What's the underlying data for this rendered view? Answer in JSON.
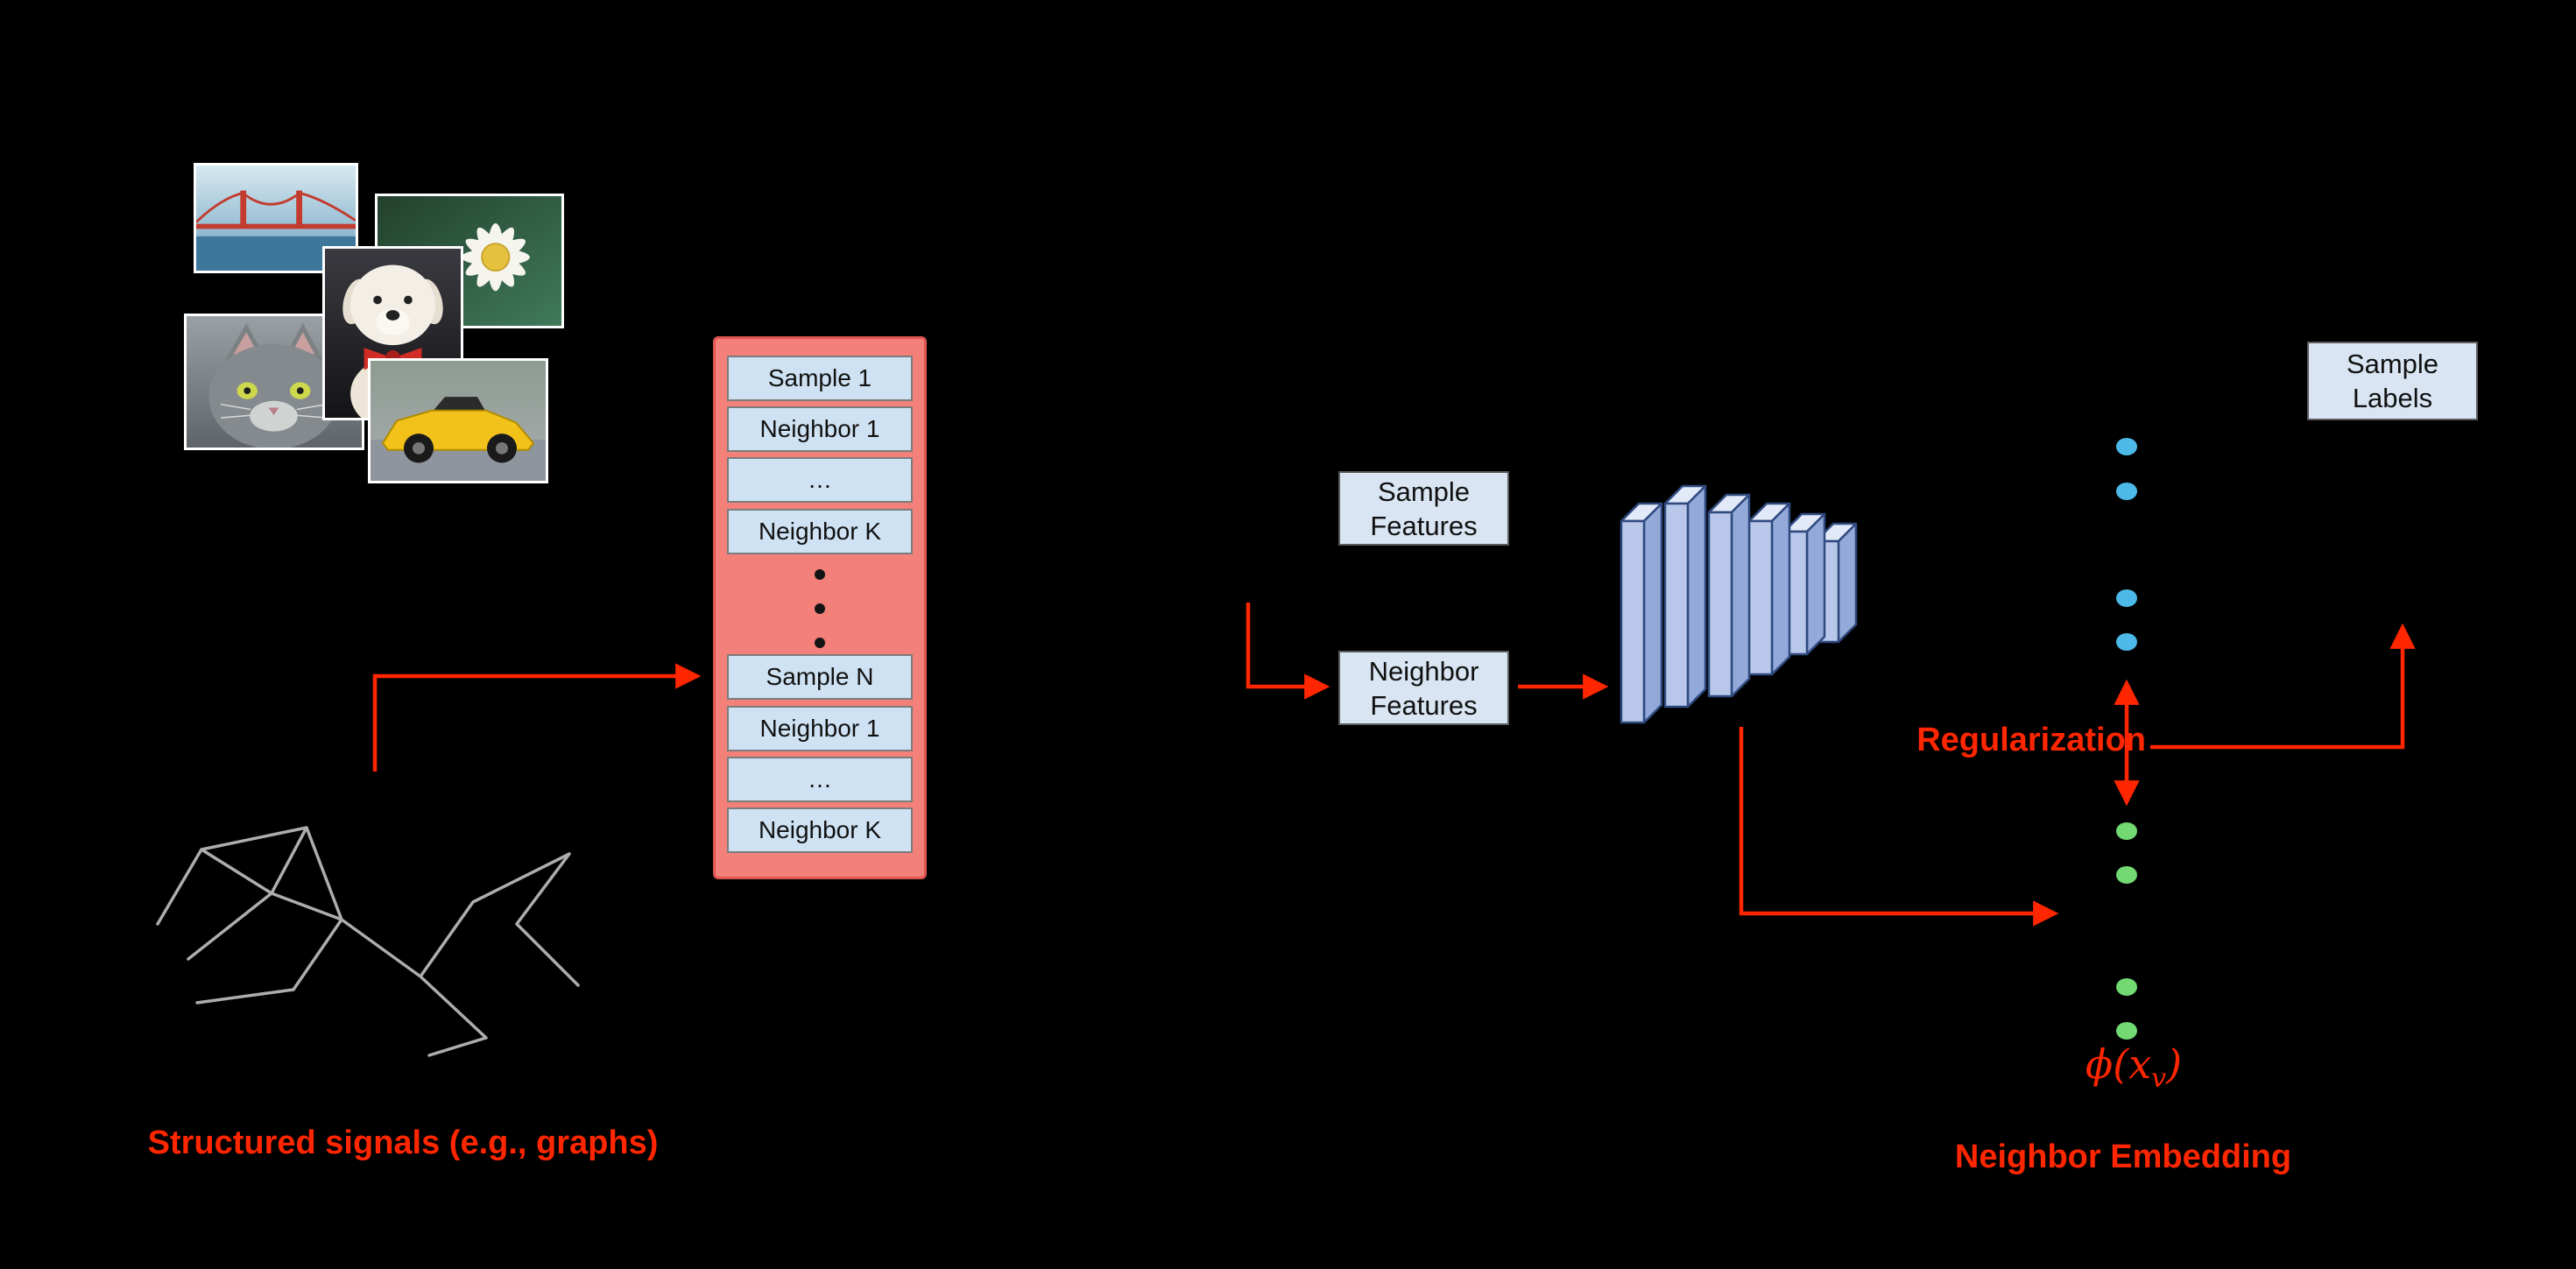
{
  "diagram_name": "neural-structured-learning-architecture",
  "colors": {
    "background": "#000000",
    "accent_red": "#ff2600",
    "batch_container_fill": "#f4807a",
    "row_fill": "#cfe2f3",
    "box_fill": "#d9e5f3",
    "dot_blue": "#4cb9e8",
    "dot_green": "#72d973",
    "graph_line": "#adadad",
    "nn_layer_fill": "#b9c8ea"
  },
  "photos": [
    "golden-gate-bridge-photo",
    "daisy-flower-photo",
    "gray-cat-photo",
    "white-dog-red-bow-photo",
    "yellow-sports-car-photo"
  ],
  "batch_table": {
    "group1": [
      "Sample 1",
      "Neighbor 1",
      "…",
      "Neighbor K"
    ],
    "group2": [
      "Sample N",
      "Neighbor 1",
      "…",
      "Neighbor K"
    ]
  },
  "feature_boxes": {
    "sample": {
      "line1": "Sample",
      "line2": "Features"
    },
    "neighbor": {
      "line1": "Neighbor",
      "line2": "Features"
    },
    "sample_labels": {
      "line1": "Sample",
      "line2": "Labels"
    }
  },
  "labels": {
    "structured_signals": "Structured signals (e.g., graphs)",
    "regularization": "Regularization",
    "neighbor_embedding": "Neighbor Embedding",
    "phi_open": "ϕ(x",
    "phi_sub": "v",
    "phi_close": ")"
  }
}
